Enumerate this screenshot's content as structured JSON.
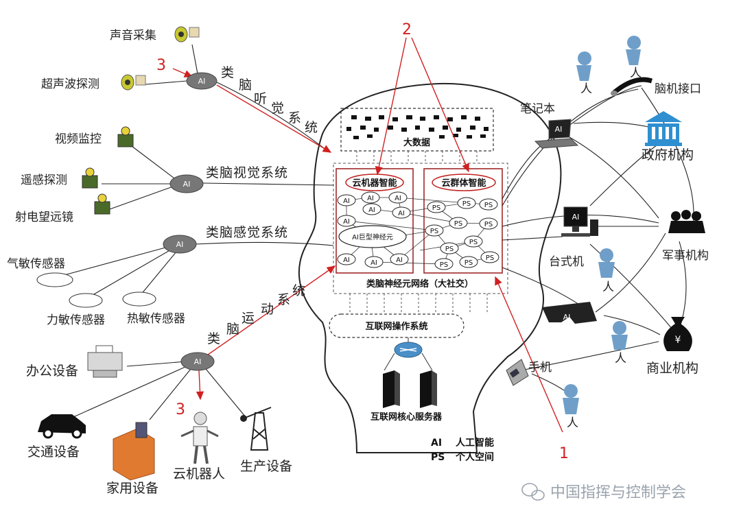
{
  "left": {
    "sound": "声音采集",
    "ultrasonic": "超声波探测",
    "video": "视频监控",
    "remote": "遥感探测",
    "radio": "射电望远镜",
    "gas": "气敏传感器",
    "force": "力敏传感器",
    "heat": "热敏传感器",
    "office": "办公设备",
    "traffic": "交通设备",
    "home": "家用设备",
    "robot": "云机器人",
    "production": "生产设备"
  },
  "systems": {
    "auditory": [
      "类",
      "脑",
      "听",
      "觉",
      "系",
      "统"
    ],
    "visual": "类脑视觉系统",
    "sensory": "类脑感觉系统",
    "motor": [
      "类",
      "脑",
      "运",
      "动",
      "系",
      "统"
    ]
  },
  "hub": "AI",
  "center": {
    "big_data": "大数据",
    "cloud_machine": "云机器智能",
    "cloud_swarm": "云群体智能",
    "giant_neuron": "AI巨型神经元",
    "network": "类脑神经元网络（大社交）",
    "os": "互联网操作系统",
    "servers": "互联网核心服务器",
    "ai_node": "AI",
    "ps_node": "PS"
  },
  "right": {
    "laptop": "笔记本",
    "bci": "脑机接口",
    "government": "政府机构",
    "desktop": "台式机",
    "military": "军事机构",
    "phone": "手机",
    "business": "商业机构",
    "person": "人",
    "ai_badge": "AI",
    "yen": "¥"
  },
  "markers": {
    "one": "1",
    "two": "2",
    "three": "3"
  },
  "legend": {
    "ai_abbr": "AI",
    "ai_text": "人工智能",
    "ps_abbr": "PS",
    "ps_text": "个人空间"
  },
  "watermark": "中国指挥与控制学会",
  "colors": {
    "red": "#d02020",
    "person": "#6f9fc9",
    "hub": "#7a7a7a",
    "house": "#e07a30"
  }
}
